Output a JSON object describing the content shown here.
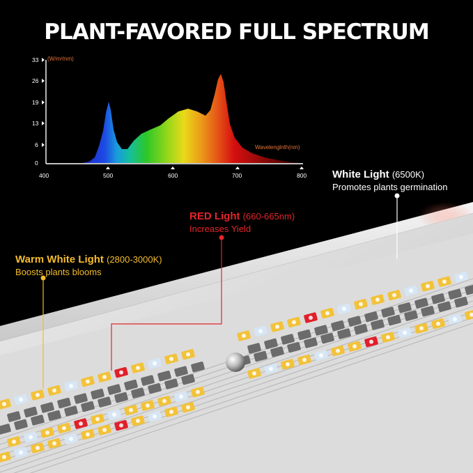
{
  "title": "PLANT-FAVORED FULL SPECTRUM",
  "spectrum": {
    "unit_label": "(W/m²/nm)",
    "x_label": "Wavelenglnth(nm)",
    "y_ticks": [
      "33",
      "26",
      "19",
      "13",
      "6",
      "0"
    ],
    "x_ticks": [
      "400",
      "500",
      "600",
      "700",
      "800"
    ]
  },
  "callouts": {
    "white": {
      "title": "White Light",
      "spec": "(6500K)",
      "description": "Promotes plants germination"
    },
    "red": {
      "title": "RED Light",
      "spec": "(660-665nm)",
      "description": "Increases Yield"
    },
    "warm": {
      "title": "Warm White Light",
      "spec": "(2800-3000K)",
      "description": "Boosts plants blooms"
    }
  },
  "colors": {
    "warm": "#f4bc2e",
    "red": "#e3262a",
    "white": "#ffffff",
    "axis_label": "#e8743a"
  },
  "icons": [
    "led-chip",
    "reflector-icon"
  ]
}
